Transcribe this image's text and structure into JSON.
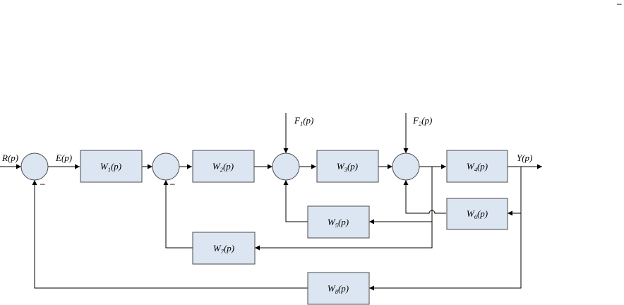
{
  "corner_mark": "–",
  "signals": {
    "input": "R(p)",
    "error": "E(p)",
    "output": "Y(p)",
    "disturbance1": {
      "base": "F",
      "sub": "1",
      "arg": "(p)"
    },
    "disturbance2": {
      "base": "F",
      "sub": "2",
      "arg": "(p)"
    }
  },
  "signs": {
    "sum1_feedback": "–",
    "sum2_feedback": "–"
  },
  "blocks": {
    "w1": {
      "base": "W",
      "sub": "1",
      "arg": "(p)"
    },
    "w2": {
      "base": "W",
      "sub": "2",
      "arg": "(p)"
    },
    "w3": {
      "base": "W",
      "sub": "3",
      "arg": "(p)"
    },
    "w4": {
      "base": "W",
      "sub": "4",
      "arg": "(p)"
    },
    "w5": {
      "base": "W",
      "sub": "5",
      "arg": "(p)"
    },
    "w6": {
      "base": "W",
      "sub": "6",
      "arg": "(p)"
    },
    "w7": {
      "base": "W",
      "sub": "7",
      "arg": "(p)"
    },
    "w8": {
      "base": "W",
      "sub": "8",
      "arg": "(p)"
    }
  }
}
